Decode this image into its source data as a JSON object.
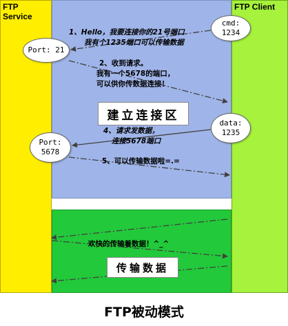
{
  "columns": {
    "server_label": "FTP Service",
    "client_label": "FTP Client"
  },
  "bubbles": {
    "cmd": {
      "line1": "cmd:",
      "line2": "1234"
    },
    "port21": {
      "text": "Port: 21"
    },
    "data": {
      "line1": "data:",
      "line2": "1235"
    },
    "port5678": {
      "line1": "Port:",
      "line2": "5678"
    }
  },
  "messages": {
    "step1": {
      "line1": "1、Hello，我要连接你的21号端口",
      "line2": "我有个1235端口可以传输数据"
    },
    "step2": {
      "line1": "2、收到请求。",
      "line2": "我有一个5678的端口，",
      "line3": "可以供你传数据连接！"
    },
    "step4": {
      "line1": "4、请求发数据，",
      "line2": "连接5678端口"
    },
    "step5": {
      "text": "5、可以传输数据啦=.="
    },
    "transfer": {
      "text": "欢快的传输着数据！^_^"
    }
  },
  "zones": {
    "connect_title": "建立连接区",
    "transfer_title": "传输数据"
  },
  "caption": "FTP被动模式",
  "colors": {
    "server": "#ffee00",
    "client": "#a6f23c",
    "connect_zone": "#9fb4e8",
    "transfer_zone": "#22c93a",
    "arrow": "#404040"
  }
}
